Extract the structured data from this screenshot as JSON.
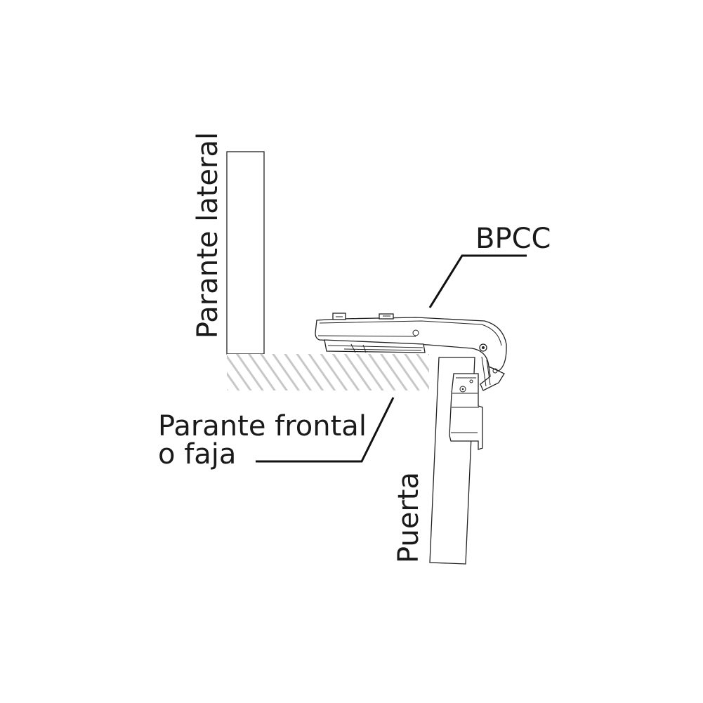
{
  "labels": {
    "side_panel": "Parante lateral",
    "hinge": "BPCC",
    "front_panel_line1": "Parante frontal",
    "front_panel_line2": "o faja",
    "door": "Puerta"
  },
  "colors": {
    "ink": "#1a1a1a",
    "hatch": "#c8c8c8",
    "background": "#ffffff"
  }
}
